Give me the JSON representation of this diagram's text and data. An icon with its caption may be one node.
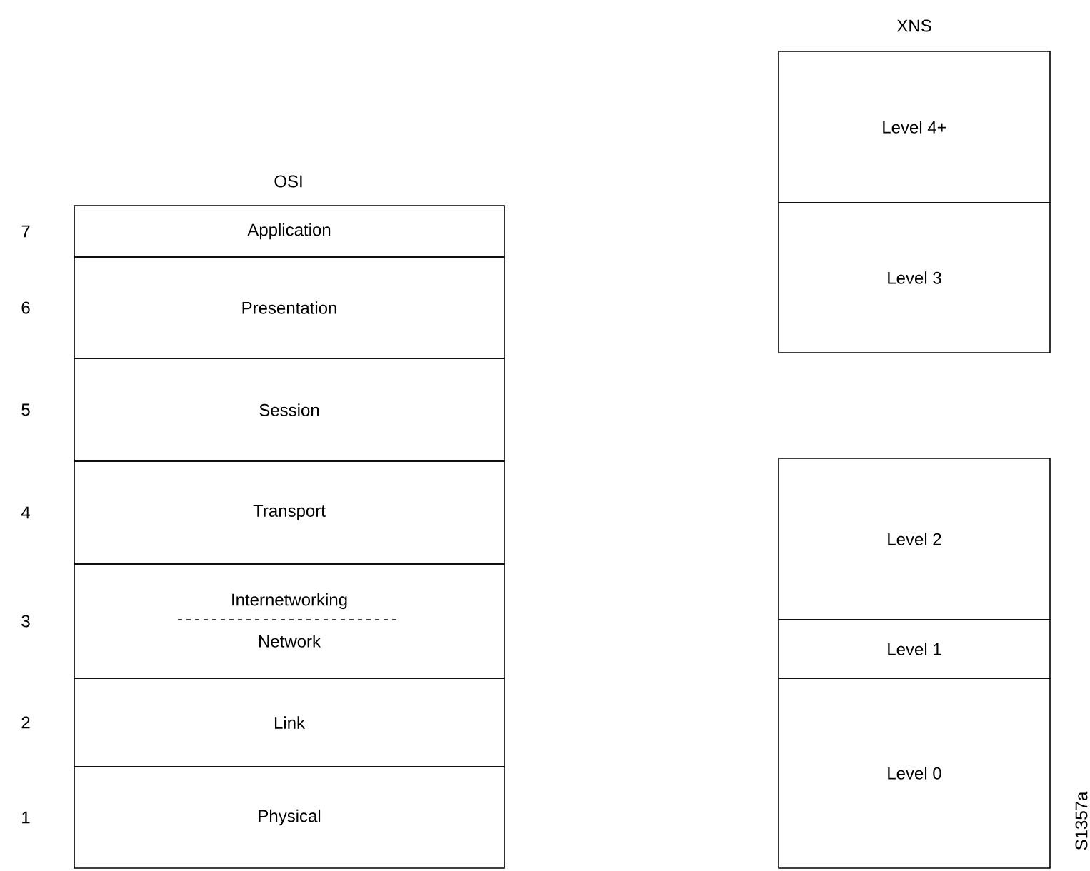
{
  "diagram": {
    "nodes": [
      {
        "text": [
          "Application"
        ],
        "beside": [
          "7"
        ]
      },
      {
        "text": [
          "Presentation"
        ],
        "beside": [
          "6"
        ]
      },
      {
        "text": [
          "Session"
        ],
        "beside": [
          "5"
        ]
      },
      {
        "text": [
          "Transport"
        ],
        "beside": [
          "4"
        ]
      },
      {
        "text": [
          "Internetworking",
          "Network"
        ],
        "beside": [
          "3"
        ]
      },
      {
        "text": [
          "Link"
        ],
        "beside": [
          "2"
        ]
      },
      {
        "text": [
          "Physical"
        ],
        "beside": [
          "1"
        ]
      },
      {
        "text": [
          "Level 4+"
        ]
      },
      {
        "text": [
          "Level 3"
        ]
      },
      {
        "text": [
          "Level 2"
        ]
      },
      {
        "text": [
          "Level 1"
        ]
      },
      {
        "text": [
          "Level 0"
        ]
      }
    ],
    "labels": [
      "XNS",
      "OSI",
      "S1357a"
    ]
  }
}
